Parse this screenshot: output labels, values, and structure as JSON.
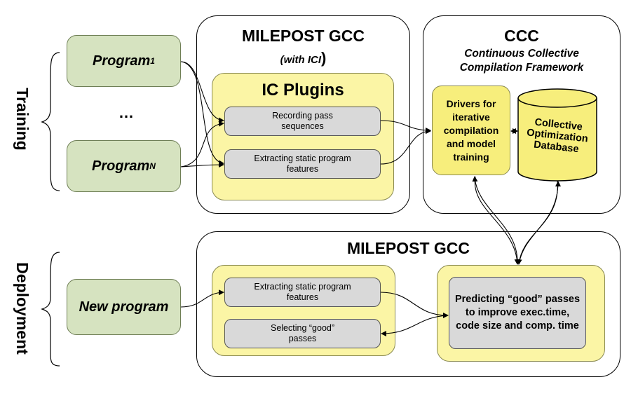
{
  "side_labels": {
    "training": "Training",
    "deployment": "Deployment"
  },
  "programs": {
    "program1_base": "Program",
    "program1_sub": "1",
    "ellipsis": "…",
    "programN_base": "Program",
    "programN_sub": "N",
    "new_program": "New program"
  },
  "milepost_top": {
    "title": "MILEPOST GCC",
    "subtitle": "(with ICI",
    "subtitle_paren": ")",
    "plugins_title": "IC Plugins",
    "recording": "Recording pass sequences",
    "extracting": "Extracting static program features"
  },
  "ccc": {
    "title": "CCC",
    "subtitle_line1": "Continuous Collective",
    "subtitle_line2": "Compilation Framework",
    "drivers": "Drivers for iterative compilation and model training",
    "database": "Collective Optimization Database"
  },
  "milepost_bottom": {
    "title": "MILEPOST GCC",
    "extracting": "Extracting static program features",
    "selecting": "Selecting “good” passes",
    "predicting": "Predicting “good” passes to improve exec.time, code size and comp. time"
  },
  "colors": {
    "program_fill": "#d6e3c0",
    "plugin_fill": "#fbf5a5",
    "box_fill": "#d9d9d9"
  }
}
